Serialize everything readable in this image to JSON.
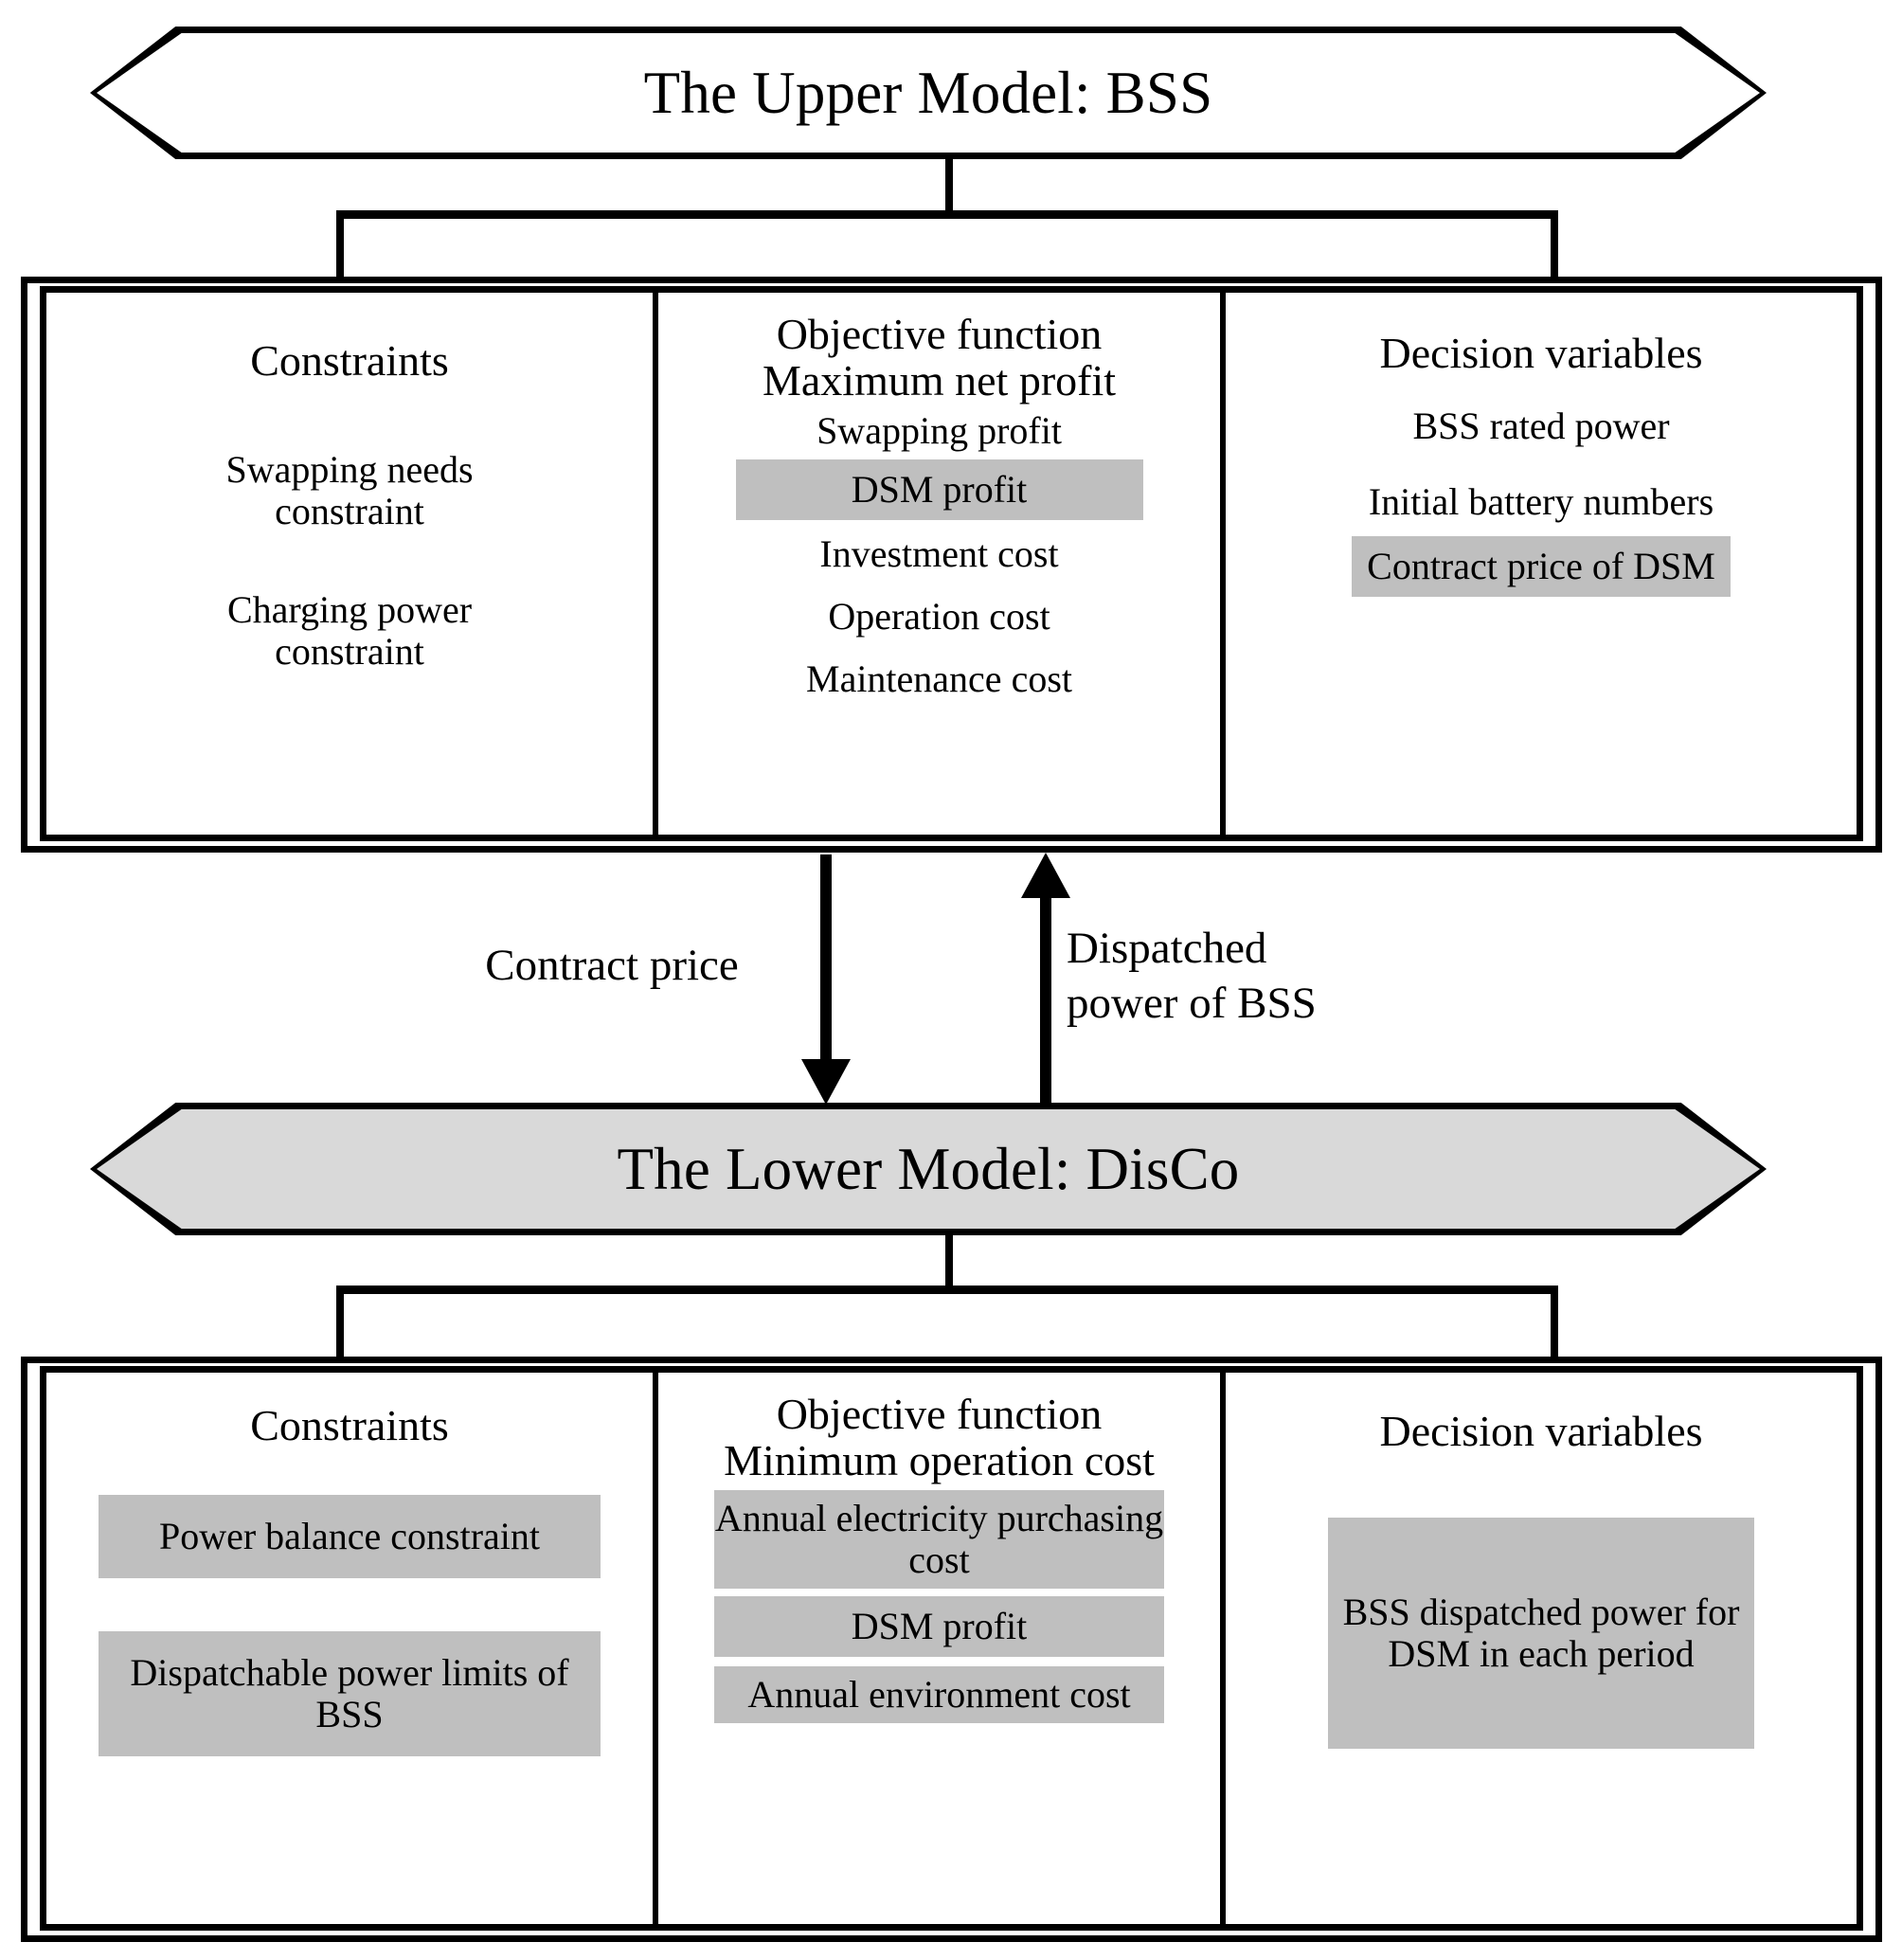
{
  "diagram": {
    "title_upper": "The Upper Model: BSS",
    "title_lower": "The Lower Model: DisCo",
    "colors": {
      "highlight_fill": "#BFBFBF",
      "banner_fill": "#D9D9D9",
      "stroke": "#000000",
      "background": "#FFFFFF"
    }
  },
  "upper_model": {
    "banner_label": "The Upper Model: BSS",
    "constraints": {
      "heading": "Constraints",
      "items": [
        {
          "label": "Swapping needs constraint",
          "highlighted": false
        },
        {
          "label": "Charging power constraint",
          "highlighted": false
        }
      ]
    },
    "objective": {
      "heading_line1": "Objective function",
      "heading_line2": "Maximum net profit",
      "items": [
        {
          "label": "Swapping profit",
          "highlighted": false
        },
        {
          "label": "DSM profit",
          "highlighted": true
        },
        {
          "label": "Investment cost",
          "highlighted": false
        },
        {
          "label": "Operation cost",
          "highlighted": false
        },
        {
          "label": "Maintenance cost",
          "highlighted": false
        }
      ]
    },
    "decision_variables": {
      "heading": "Decision variables",
      "items": [
        {
          "label": "BSS rated power",
          "highlighted": false
        },
        {
          "label": "Initial battery numbers",
          "highlighted": false
        },
        {
          "label": "Contract price of DSM",
          "highlighted": true
        }
      ]
    }
  },
  "connectors": {
    "down_arrow_label": "Contract price",
    "up_arrow_label_line1": "Dispatched",
    "up_arrow_label_line2": "power of BSS"
  },
  "lower_model": {
    "banner_label": "The Lower Model: DisCo",
    "constraints": {
      "heading": "Constraints",
      "items": [
        {
          "label": "Power balance constraint",
          "highlighted": true
        },
        {
          "label": "Dispatchable power limits of BSS",
          "highlighted": true
        }
      ]
    },
    "objective": {
      "heading_line1": "Objective function",
      "heading_line2": "Minimum operation cost",
      "items": [
        {
          "label": "Annual electricity purchasing cost",
          "highlighted": true
        },
        {
          "label": "DSM profit",
          "highlighted": true
        },
        {
          "label": "Annual environment cost",
          "highlighted": true
        }
      ]
    },
    "decision_variables": {
      "heading": "Decision variables",
      "items": [
        {
          "label": "BSS dispatched power for DSM in each period",
          "highlighted": true
        }
      ]
    }
  }
}
